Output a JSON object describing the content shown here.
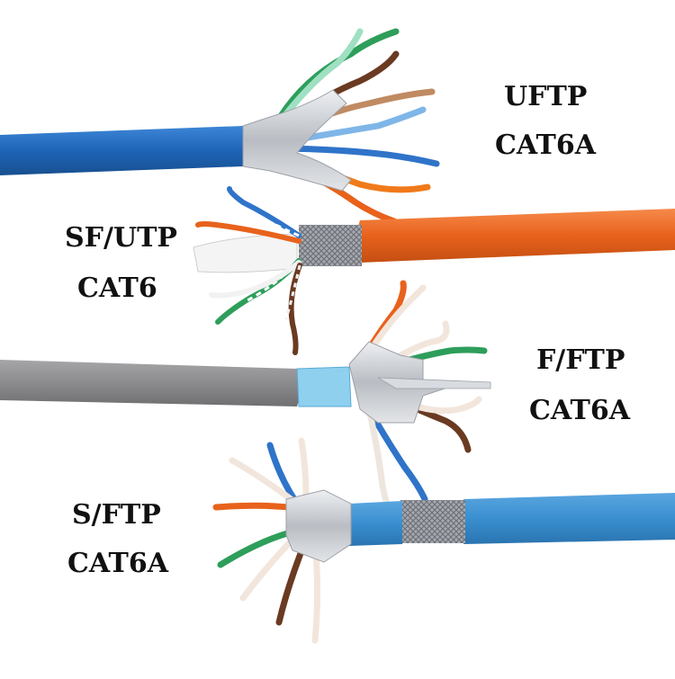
{
  "cables": [
    {
      "type": "UFTP",
      "category": "CAT6A",
      "jacket_color": "#1f64b8"
    },
    {
      "type": "SF/UTP",
      "category": "CAT6",
      "jacket_color": "#e8621c"
    },
    {
      "type": "F/FTP",
      "category": "CAT6A",
      "jacket_color": "#8b8b8d"
    },
    {
      "type": "S/FTP",
      "category": "CAT6A",
      "jacket_color": "#3a8fd0"
    }
  ],
  "colors": {
    "background": "#ffffff",
    "foil": "#c9ccd1",
    "braid": "#9ea2a8",
    "pairs": [
      "#2e9e5b",
      "#f07a1a",
      "#2f74c9",
      "#6a3a22",
      "#f2f2f2"
    ]
  }
}
